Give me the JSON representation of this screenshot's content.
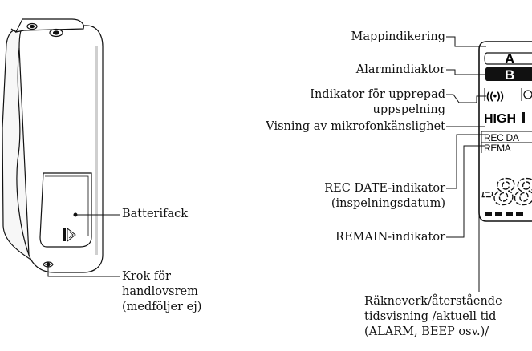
{
  "labels": {
    "batterifack": "Batterifack",
    "krok": [
      "Krok för",
      "handlovsrem",
      "(medföljer ej)"
    ],
    "mappindikering": "Mappindikering",
    "alarmindiaktor": "Alarmindiaktor",
    "indikator_upprepad": [
      "Indikator för upprepad",
      "uppspelning"
    ],
    "visning_mikrofon": "Visning av mikrofonkänslighet",
    "rec_date": [
      "REC DATE-indikator",
      "(inspelningsdatum)"
    ],
    "remain": "REMAIN-indikator",
    "raknevark": [
      "Räkneverk/återstående",
      "tidsvisning /aktuell tid",
      "(ALARM, BEEP osv.)/"
    ]
  },
  "display": {
    "folder_a": "A",
    "folder_b": "B",
    "repeat_icon": "((•))",
    "high_label": "HIGH",
    "rec_date_text": "REC DA",
    "remain_text": "REMA",
    "counter_digits": "-88"
  },
  "icons": {
    "folder_a": "folder-a-icon",
    "folder_b": "folder-b-icon",
    "repeat": "repeat-icon",
    "battery_arrow": "battery-arrow-icon"
  },
  "colors": {
    "ink": "#111111",
    "lcd_frame": "#333333",
    "device_shadow": "#cfcfcf"
  }
}
